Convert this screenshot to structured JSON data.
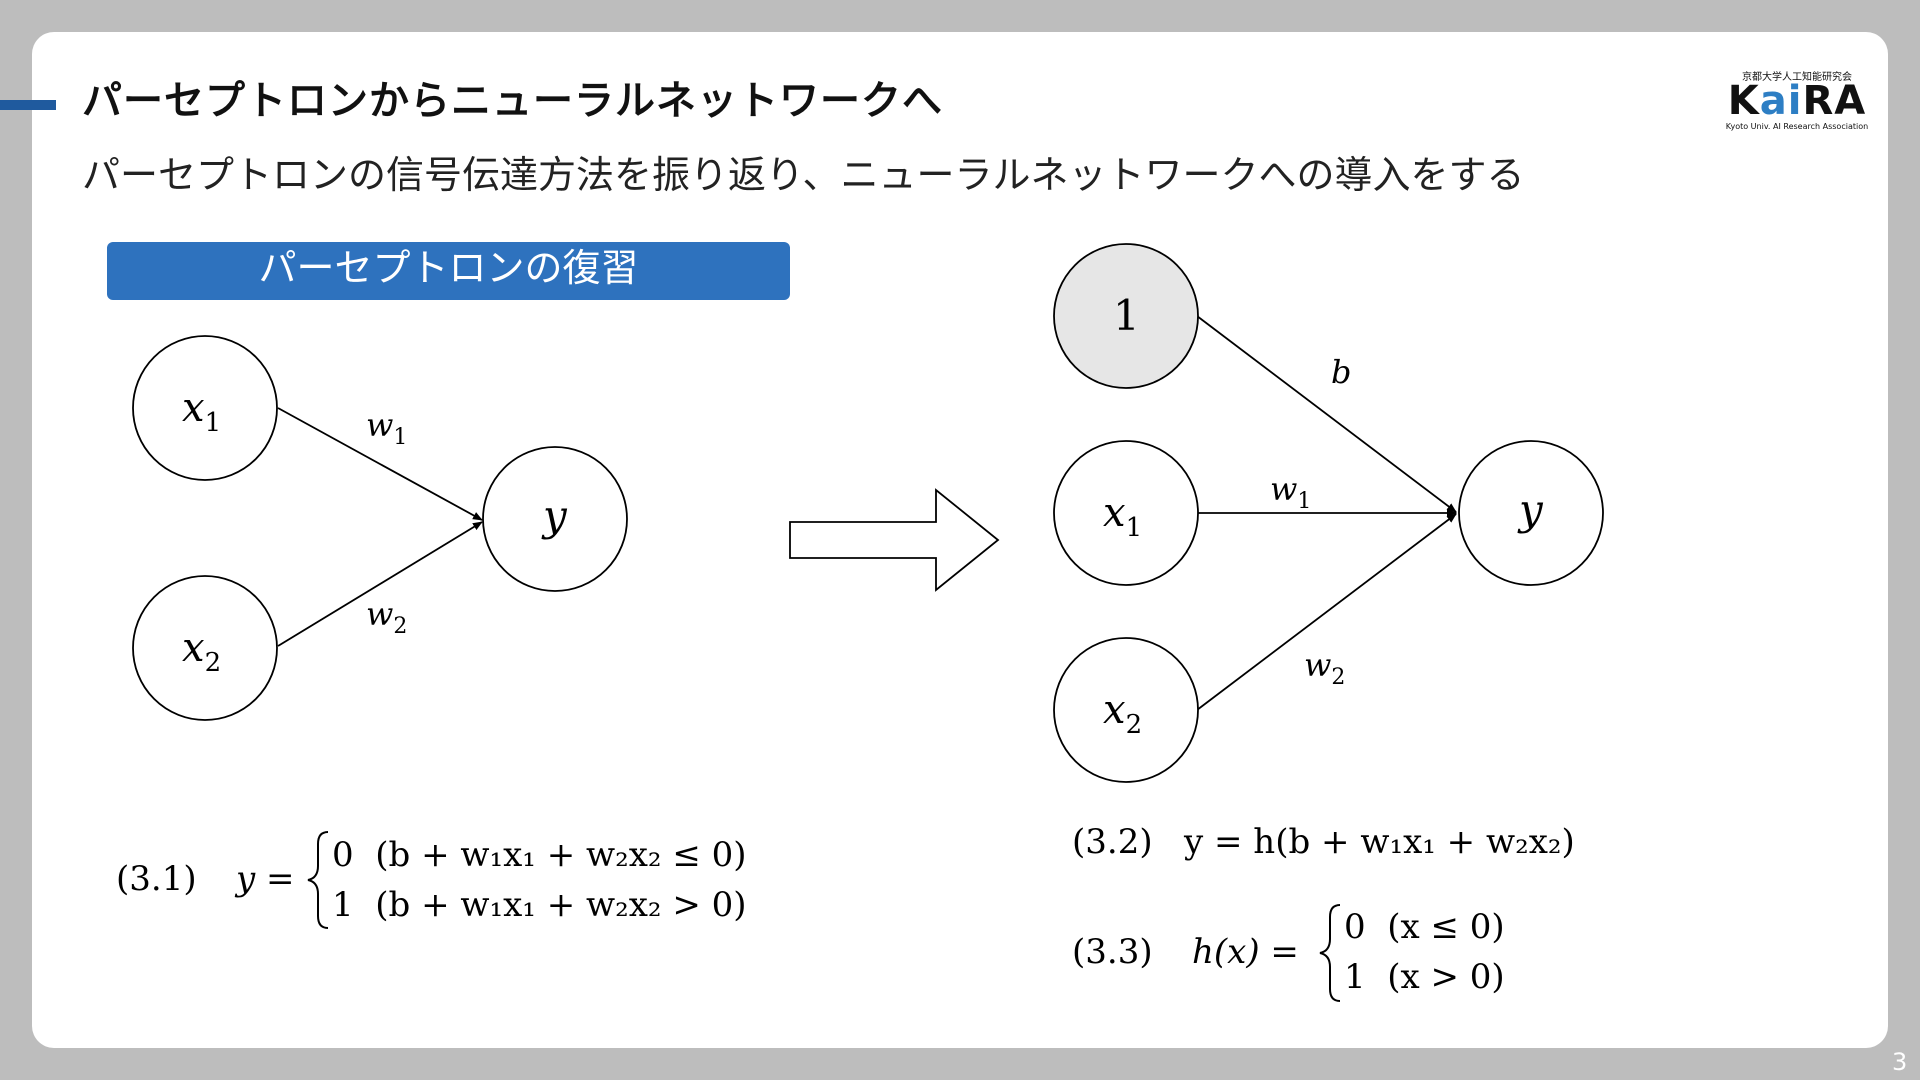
{
  "header": {
    "title": "パーセプトロンからニューラルネットワークへ",
    "subtitle": "パーセプトロンの信号伝達方法を振り返り、ニューラルネットワークへの導入をする"
  },
  "logo": {
    "org_jp": "京都大学人工知能研究会",
    "name_part1": "K",
    "name_part2": "ai",
    "name_part3": "RA",
    "org_en": "Kyoto Univ. AI Research Association"
  },
  "section": {
    "label": "パーセプトロンの復習"
  },
  "left_diagram": {
    "nodes": {
      "x": "x",
      "x1_sub": "1",
      "x2_sub": "2",
      "y": "y"
    },
    "weights": {
      "w": "w",
      "w1_sub": "1",
      "w2_sub": "2"
    }
  },
  "right_diagram": {
    "bias_node": "1",
    "bias_weight": "b"
  },
  "equations": {
    "eq31_num": "(3.1)",
    "eq31_case0": "0  (b + w₁x₁ + w₂x₂ ≤ 0)",
    "eq31_case1": "1  (b + w₁x₁ + w₂x₂ > 0)",
    "eq32_num": "(3.2)",
    "eq32_body": "y = h(b + w₁x₁ + w₂x₂)",
    "eq33_num": "(3.3)",
    "eq33_lhs": "h(x) =",
    "eq33_case0": "0  (x ≤ 0)",
    "eq33_case1": "1  (x > 0)",
    "y_eq": "y ="
  },
  "colors": {
    "accent": "#1f5a9e",
    "section_bg": "#2e72be",
    "bias_node_fill": "#e6e6e6",
    "logo_blue": "#2d7ec4"
  },
  "page": {
    "number": "3"
  }
}
